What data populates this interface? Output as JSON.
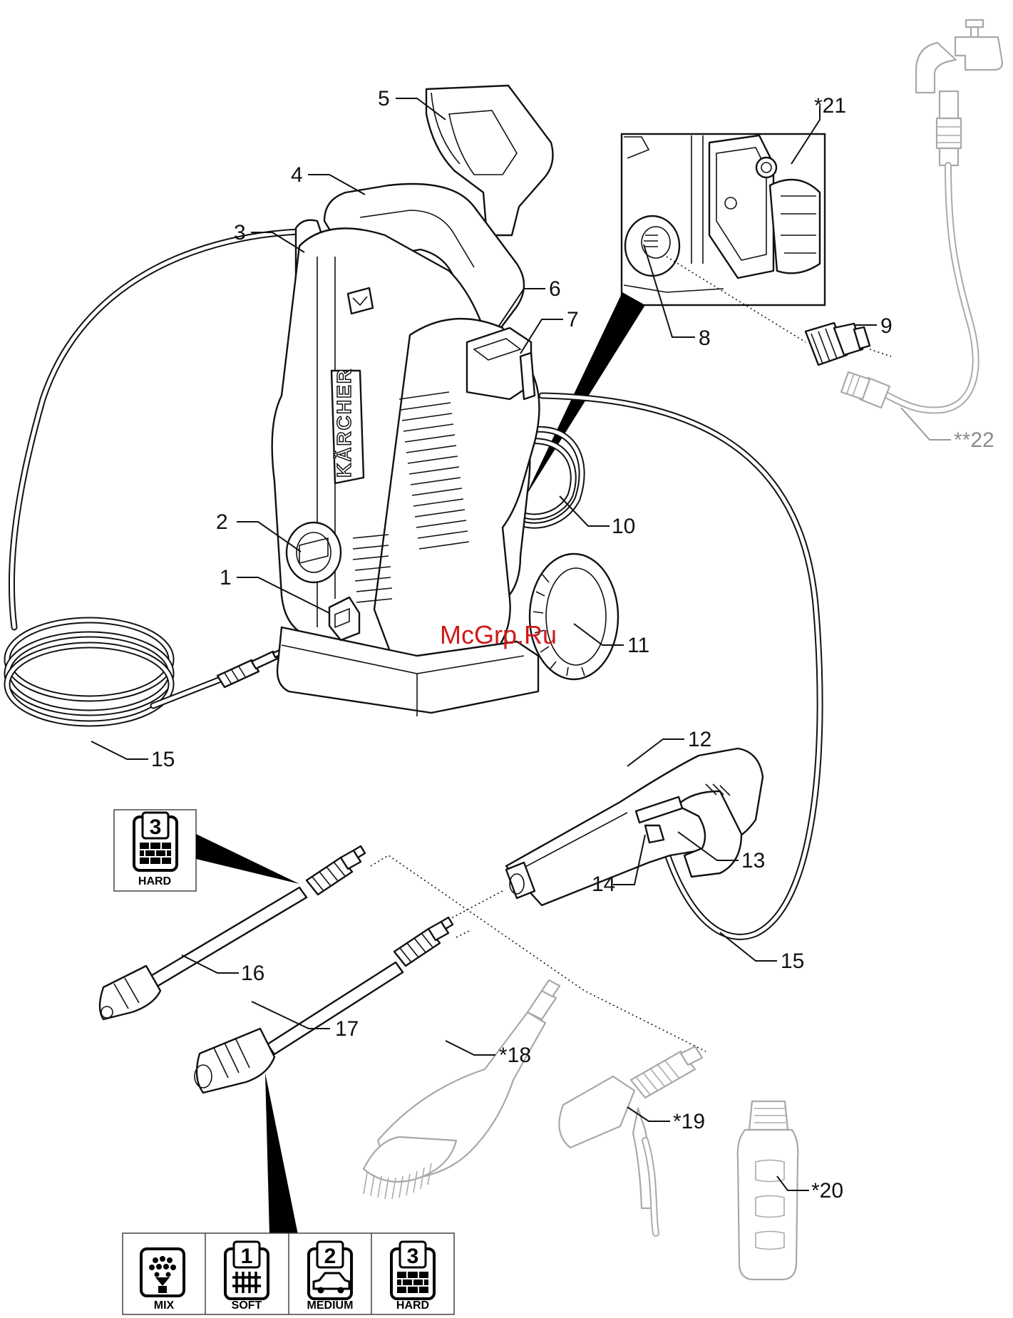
{
  "callouts": {
    "c1": "1",
    "c2": "2",
    "c3": "3",
    "c4": "4",
    "c5": "5",
    "c6": "6",
    "c7": "7",
    "c8": "8",
    "c9": "9",
    "c10": "10",
    "c11": "11",
    "c12": "12",
    "c13": "13",
    "c14": "14",
    "c15a": "15",
    "c15b": "15",
    "c16": "16",
    "c17": "17",
    "c18": "*18",
    "c19": "*19",
    "c20": "*20",
    "c21": "*21",
    "c22": "**22"
  },
  "brand_text": "KÄRCHER",
  "watermark": "McGrp.Ru",
  "pictograms": {
    "single": {
      "number": "3",
      "label": "HARD"
    },
    "strip": [
      {
        "number": "",
        "label": "MIX",
        "icon": "spray-mix-icon"
      },
      {
        "number": "1",
        "label": "SOFT",
        "icon": "fence-icon"
      },
      {
        "number": "2",
        "label": "MEDIUM",
        "icon": "car-icon"
      },
      {
        "number": "3",
        "label": "HARD",
        "icon": "brick-wall-icon"
      }
    ]
  },
  "colors": {
    "line": "#111111",
    "accessory_grey": "#aaaaaa",
    "watermark": "#d11a1a",
    "pictogram_wedge": "#000000"
  }
}
